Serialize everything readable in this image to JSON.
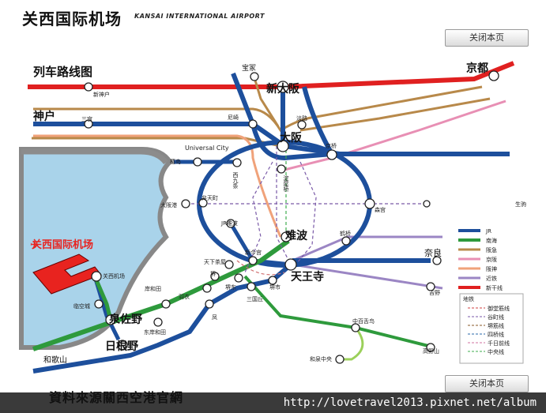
{
  "header": {
    "title": "关西国际机场",
    "subtitle": "KANSAI INTERNATIONAL AIRPORT"
  },
  "buttons": {
    "close_top": "关闭本页",
    "close_bottom": "关闭本页"
  },
  "map": {
    "title": "列车路线图",
    "airport_label": "关西国际机场",
    "stations": {
      "kyoto": "京都",
      "shin_osaka": "新大阪",
      "kobe": "神户",
      "osaka": "大阪",
      "namba": "难波",
      "tennoji": "天王寺",
      "nara": "奈良",
      "izumisano": "泉佐野",
      "hineno": "日根野",
      "shin_kobe": "新神户",
      "takarazuka": "宝冢",
      "sannomiya": "三宫",
      "amagasaki": "尼崎",
      "awaji": "淡路",
      "kyobashi": "京桥",
      "universal_city": "Universal City",
      "bentencho": "弁天町",
      "osakako": "大阪港",
      "sakurajima": "樱岛",
      "nishikujo": "西九条",
      "yodoyabashi": "淀屋桥",
      "morinomiya": "森宫",
      "ikoma": "生驹",
      "jr_namba": "JR难波",
      "tsuruhashi": "鹤桥",
      "shin_imamiya": "新今宫",
      "tengachaya": "天下茶屋",
      "sakaihigashi": "堺东",
      "sakaishi": "堺市",
      "mikunigaoka": "三国丘",
      "kishiwada": "岸和田",
      "otori": "凤",
      "hagoromo": "羽衣",
      "sakai": "堺",
      "kansai_airport_station": "关西机场",
      "rinku_town": "临空城",
      "higashikishiwada": "东岸和田",
      "wakayamashi": "和歌山",
      "nakamozu": "中百舌鸟",
      "izumichuo": "和泉中央",
      "koyasan": "高野山",
      "yoshino": "吉野"
    },
    "legend": {
      "lines": [
        "JR",
        "南海",
        "阪急",
        "京阪",
        "阪神",
        "近铁",
        "新干线"
      ],
      "subway_title": "地铁",
      "subway": [
        "御堂筋线",
        "谷町线",
        "堺筋线",
        "四桥线",
        "千日前线",
        "中央线"
      ]
    }
  },
  "colors": {
    "jr": "#1d4f9c",
    "nankai": "#2e9a3c",
    "hankyu": "#b8894a",
    "keihan": "#e88fb4",
    "hanshin": "#f0a27a",
    "kintetsu": "#9b86c4",
    "shinkansen": "#e02020",
    "sea": "#a9d3ea",
    "airport": "#e8231f"
  },
  "footer": {
    "source": "資料來源關西空港官網",
    "url": "http://lovetravel2013.pixnet.net/album"
  }
}
